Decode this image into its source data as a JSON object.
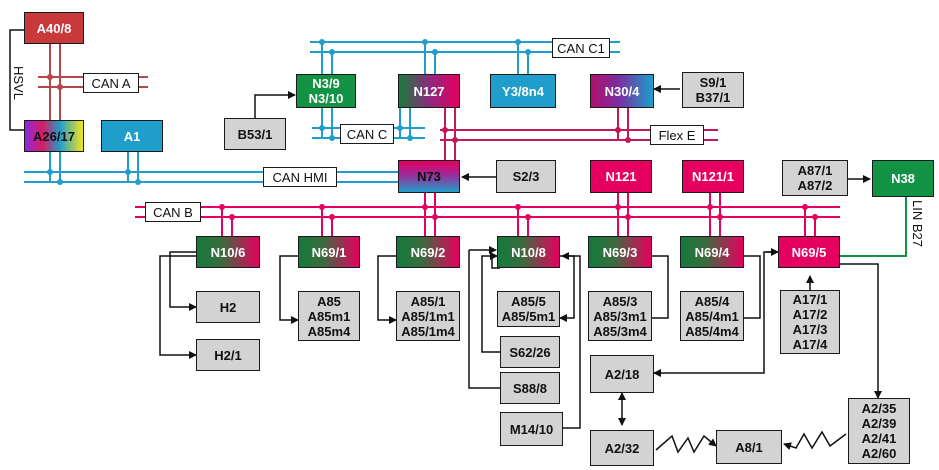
{
  "diagram": {
    "modules": {
      "a40_8": "A40/8",
      "a26_17": "A26/17",
      "a1": "A1",
      "n3": [
        "N3/9",
        "N3/10"
      ],
      "b53_1": "B53/1",
      "n127": "N127",
      "y3_8n4": "Y3/8n4",
      "n30_4": "N30/4",
      "s9_b37": [
        "S9/1",
        "B37/1"
      ],
      "n73": "N73",
      "s2_3": "S2/3",
      "n121": "N121",
      "n121_1": "N121/1",
      "a87": [
        "A87/1",
        "A87/2"
      ],
      "n38": "N38",
      "n10_6": "N10/6",
      "n69_1": "N69/1",
      "n69_2": "N69/2",
      "n10_8": "N10/8",
      "n69_3": "N69/3",
      "n69_4": "N69/4",
      "n69_5": "N69/5",
      "h2": "H2",
      "h2_1": "H2/1",
      "a85_group": [
        "A85",
        "A85m1",
        "A85m4"
      ],
      "a85_1_group": [
        "A85/1",
        "A85/1m1",
        "A85/1m4"
      ],
      "a85_5_group": [
        "A85/5",
        "A85/5m1"
      ],
      "a85_3_group": [
        "A85/3",
        "A85/3m1",
        "A85/3m4"
      ],
      "a85_4_group": [
        "A85/4",
        "A85/4m1",
        "A85/4m4"
      ],
      "a17_group": [
        "A17/1",
        "A17/2",
        "A17/3",
        "A17/4"
      ],
      "s62_26": "S62/26",
      "s88_8": "S88/8",
      "m14_10": "M14/10",
      "a2_18": "A2/18",
      "a2_32": "A2/32",
      "a8_1": "A8/1",
      "a2_group": [
        "A2/35",
        "A2/39",
        "A2/41",
        "A2/60"
      ]
    },
    "buses": {
      "can_a": "CAN A",
      "can_c1": "CAN C1",
      "can_c": "CAN C",
      "flex_e": "Flex E",
      "can_hmi": "CAN HMI",
      "can_b": "CAN B",
      "hsvl": "HSVL",
      "lin_b27": "LIN B27"
    },
    "colors": {
      "can_a_bus": "#b3474a",
      "can_c_bus": "#1f9ecb",
      "can_hmi_bus": "#1f9ecb",
      "flex_e_bus": "#c2185b",
      "can_b_bus": "#e5005f",
      "lin_bus": "#129244",
      "connector": "#111111"
    }
  }
}
